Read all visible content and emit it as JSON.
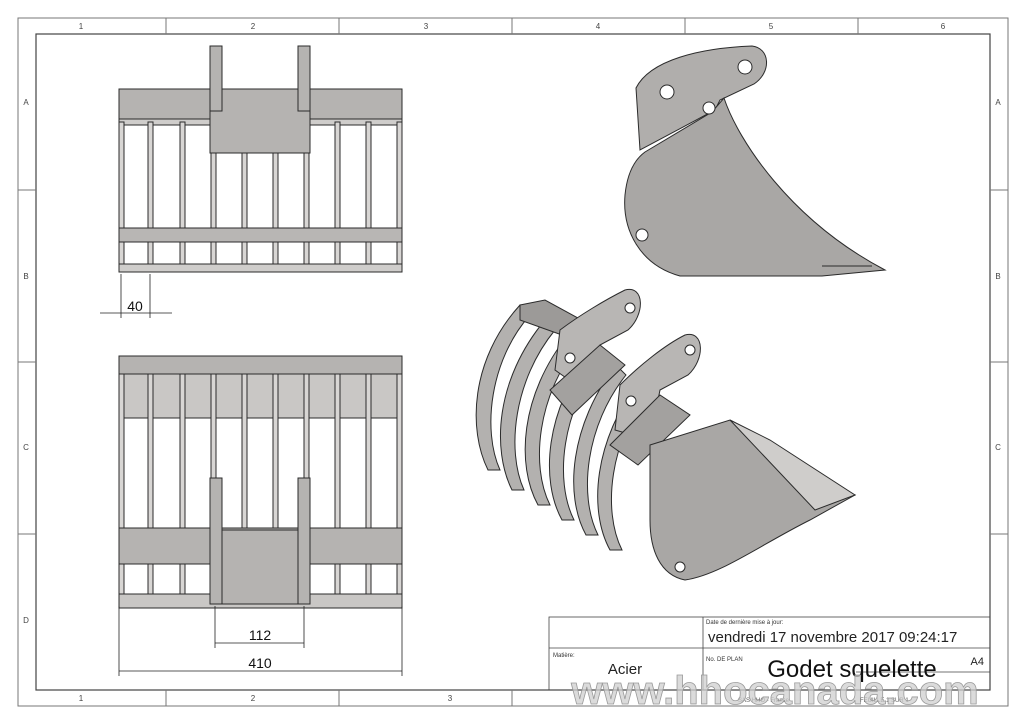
{
  "frame": {
    "columns": [
      "1",
      "2",
      "3",
      "4",
      "5",
      "6"
    ],
    "bottom_columns": [
      "1",
      "2",
      "3"
    ],
    "rows": [
      "A",
      "B",
      "C",
      "D"
    ]
  },
  "dimensions": {
    "bar_spacing": "40",
    "center_width": "112",
    "overall_width": "410"
  },
  "title_block": {
    "modified_label": "Date de dernière mise à jour:",
    "modified_value": "vendredi 17 novembre 2017 09:24:17",
    "material_label": "Matière:",
    "material_value": "Acier",
    "plan_label": "No. DE PLAN",
    "title": "Godet squelette",
    "size": "A4",
    "company": "SAS HHO - France",
    "sheet_label": "FEUILLE 1 SUR 1"
  },
  "watermark": "www.hhocanada.com",
  "colors": {
    "part_fill": "#a7a5a3",
    "part_fill_light": "#c9c7c5",
    "outline": "#2b2b2b",
    "border": "#555555"
  }
}
